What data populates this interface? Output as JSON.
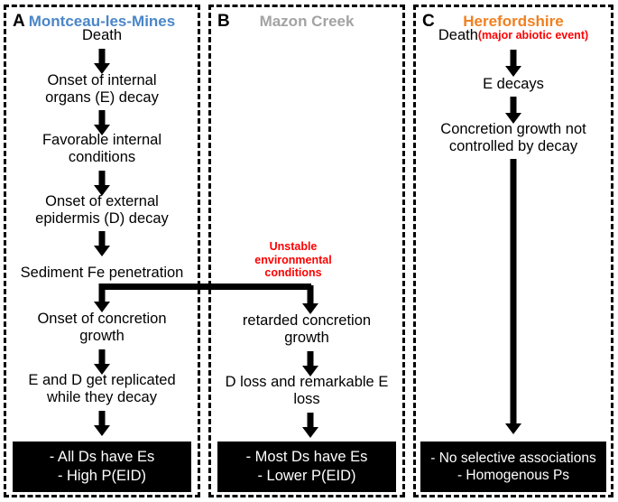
{
  "figure": {
    "panels": [
      {
        "letter": "A",
        "title": "Montceau-les-Mines",
        "title_color": "#4a86c8",
        "nodes": [
          "Death",
          "Onset of internal\norgans (E) decay",
          "Favorable internal\nconditions",
          "Onset of external\nepidermis (D) decay",
          "Sediment Fe penetration",
          "Onset of concretion\ngrowth",
          "E and D get replicated\nwhile they decay"
        ],
        "result": "- All Ds have Es\n- High P(EID)"
      },
      {
        "letter": "B",
        "title": "Mazon Creek",
        "title_color": "#a3a3a3",
        "annotation": "Unstable\nenvironmental\nconditions",
        "annotation_color": "#ff0000",
        "nodes": [
          "retarded concretion\ngrowth",
          "D loss and remarkable E\nloss"
        ],
        "result": "- Most Ds have Es\n- Lower P(EID)"
      },
      {
        "letter": "C",
        "title": "Herefordshire",
        "title_color": "#f08020",
        "nodes": [
          "Death",
          "E decays",
          "Concretion growth not\ncontrolled by decay"
        ],
        "annotation": "(major abiotic event)",
        "annotation_color": "#ff0000",
        "result": "- No selective associations\n- Homogenous Ps"
      }
    ]
  }
}
